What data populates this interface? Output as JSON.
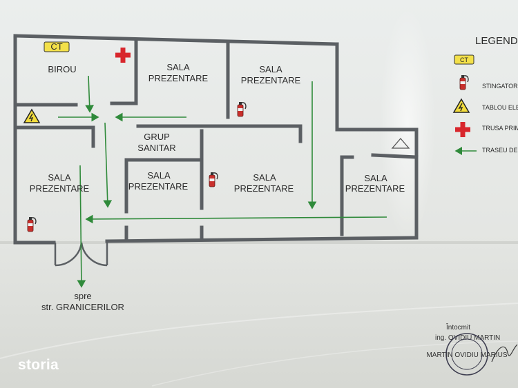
{
  "rooms": {
    "birou": "BIROU",
    "sala_top_mid": [
      "SALA",
      "PREZENTARE"
    ],
    "sala_top_right": [
      "SALA",
      "PREZENTARE"
    ],
    "grup_sanitar": [
      "GRUP",
      "SANITAR"
    ],
    "sala_left": [
      "SALA",
      "PREZENTARE"
    ],
    "sala_small": [
      "SALA",
      "PREZENTARE"
    ],
    "sala_center": [
      "SALA",
      "PREZENTARE"
    ],
    "sala_right": [
      "SALA",
      "PREZENTARE"
    ]
  },
  "ct_label": "CT",
  "exit": {
    "spre": "spre",
    "street": "str. GRANICERILOR"
  },
  "legend": {
    "title": "LEGEND",
    "ct": "CT",
    "items": [
      "STINGATOR",
      "TABLOU ELE",
      "TRUSA PRIM",
      "TRASEU DE"
    ]
  },
  "author": {
    "intocmit": "Întocmit",
    "name": "ing. OVIDIU MARTIN"
  },
  "stamp": "MARTIN OVIDIU MARIUS",
  "brand": "storia",
  "colors": {
    "wall": "#5b5f63",
    "arrow": "#2f8a3a",
    "cross": "#d8262c",
    "extinguisher": "#c9302c",
    "ct_box": "#f3e04a",
    "hazard": "#f2dc3c"
  }
}
